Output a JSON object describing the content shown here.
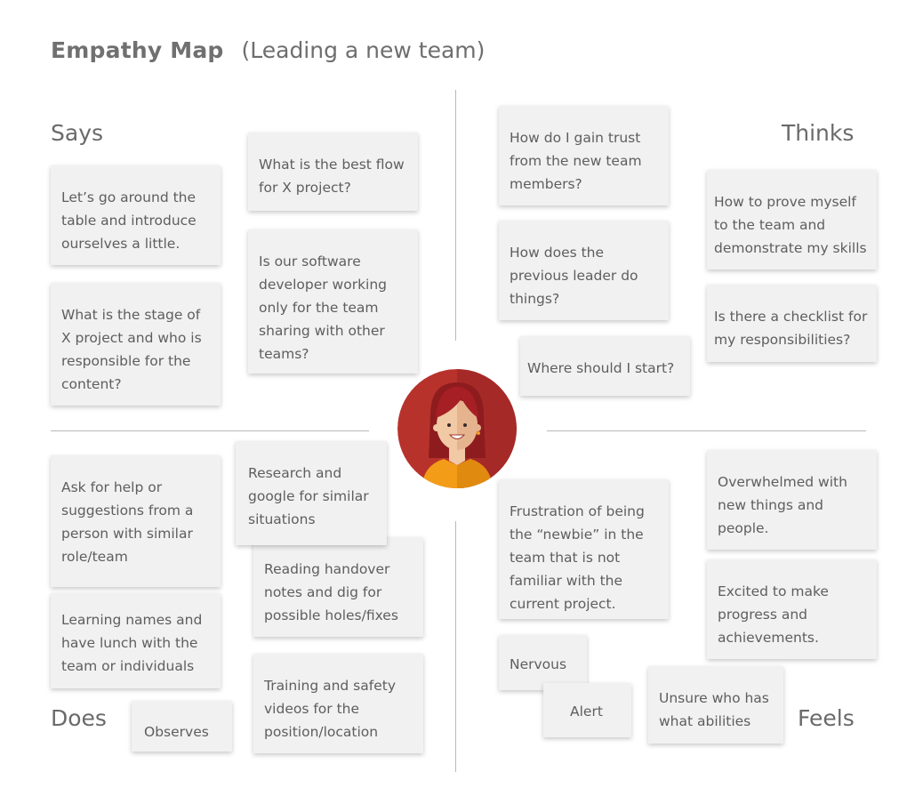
{
  "title": {
    "main": "Empathy Map",
    "subtitle": "(Leading a new team)"
  },
  "quadrants": {
    "says": {
      "label": "Says",
      "notes": [
        "Let’s go around the table and introduce ourselves a little.",
        "What is the stage of X project and who is responsible for the content?",
        "What is the best flow for X project?",
        "Is our software developer working only for the team sharing with other teams?"
      ]
    },
    "thinks": {
      "label": "Thinks",
      "notes": [
        "How do I gain trust from the new team members?",
        "How does the previous leader do things?",
        "Where should I start?",
        "How to prove myself to the team and demonstrate my skills",
        "Is there a checklist for my responsibilities?"
      ]
    },
    "does": {
      "label": "Does",
      "notes": [
        "Ask for  help or suggestions from a person with similar role/team",
        "Learning names and have lunch with the team or individuals",
        "Observes",
        "Research and google for similar situations",
        "Reading handover notes and dig for possible holes/fixes",
        "Training and safety videos for the position/location"
      ]
    },
    "feels": {
      "label": "Feels",
      "notes": [
        "Frustration of being the “newbie” in the team that is not familiar with the current project.",
        "Nervous",
        "Alert",
        "Unsure who has what abilities",
        "Overwhelmed with new things and people.",
        "Excited to make progress and achievements."
      ]
    }
  },
  "colors": {
    "note_background": "#f1f1f1",
    "text": "#5e5e5e",
    "divider": "#b8b8b8",
    "avatar_bg": "#b8322c",
    "avatar_hair": "#8e1c1f",
    "avatar_skin": "#f1c9a5",
    "avatar_shirt": "#f39c18"
  }
}
